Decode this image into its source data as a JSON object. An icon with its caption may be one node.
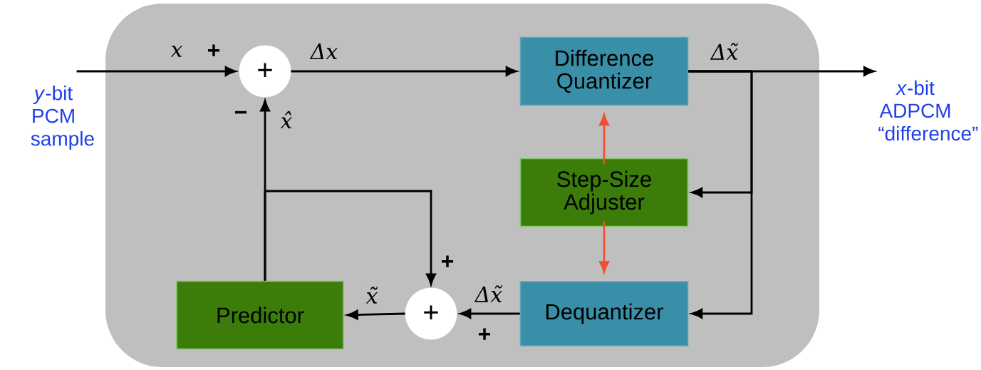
{
  "diagram": {
    "nodes": [
      {
        "text": [],
        "shape": "box"
      },
      {
        "text": [
          "*y*-bit PCM sample"
        ]
      },
      {
        "text": [
          "+"
        ],
        "in": 0
      },
      {
        "text": [
          "Difference Quantizer"
        ],
        "in": 0
      },
      {
        "text": [
          "*x*-bit ADPCM “difference”"
        ]
      },
      {
        "text": [
          "Step-Size Adjuster"
        ],
        "in": 0
      },
      {
        "text": [
          "Predictor"
        ],
        "in": 0
      },
      {
        "text": [
          "+"
        ],
        "in": 0
      },
      {
        "text": [
          "Dequantizer"
        ],
        "in": 0
      }
    ],
    "edges": [
      {
        "from": 1,
        "to": 2,
        "arrow": "to",
        "label": "x"
      },
      {
        "from": 2,
        "to": 3,
        "arrow": "to",
        "label": "Δx"
      },
      {
        "from": 3,
        "to": 4,
        "arrow": "to",
        "label": "Δx̃"
      },
      {
        "from": 3,
        "to": 5,
        "arrow": "to"
      },
      {
        "from": 3,
        "to": 8,
        "arrow": "to"
      },
      {
        "from": 5,
        "to": 3,
        "arrow": "to",
        "color": "#f05030"
      },
      {
        "from": 5,
        "to": 8,
        "arrow": "to",
        "color": "#f05030"
      },
      {
        "from": 8,
        "to": 7,
        "arrow": "to",
        "label": "Δx̃"
      },
      {
        "from": 7,
        "to": 6,
        "arrow": "to",
        "label": "x̃"
      },
      {
        "from": 6,
        "to": 2,
        "arrow": "to",
        "label": "x̂"
      },
      {
        "from": 6,
        "to": 7,
        "arrow": "to"
      }
    ],
    "labels": [
      "+",
      "−",
      "+",
      "+"
    ]
  }
}
